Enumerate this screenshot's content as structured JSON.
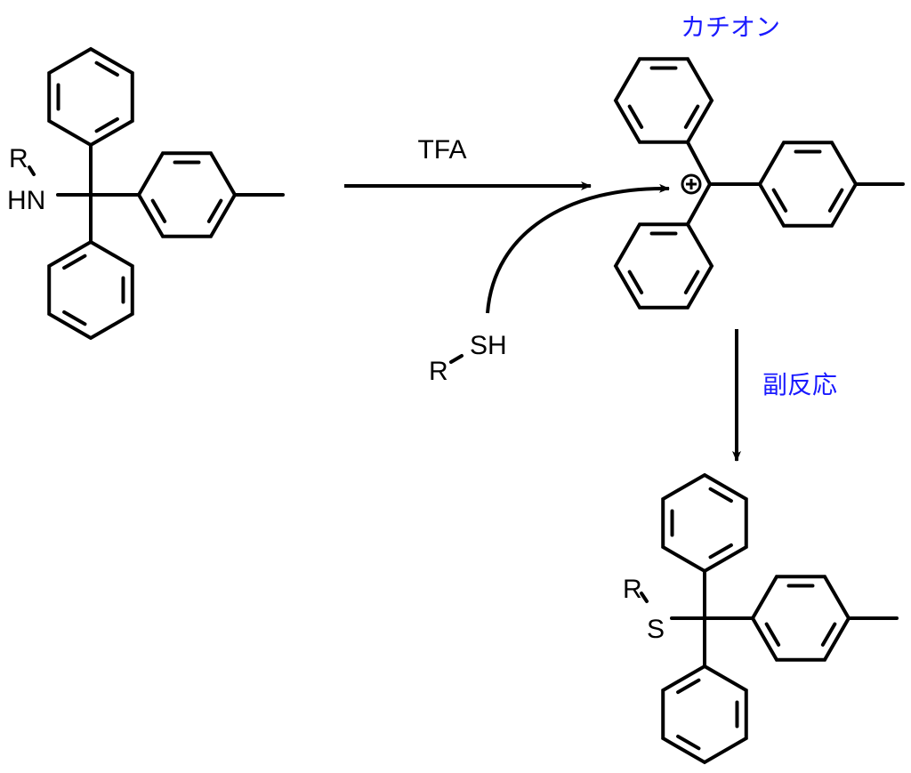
{
  "labels": {
    "reagent": "TFA",
    "cation": "カチオン",
    "side_reaction": "副反応",
    "thiol_r": "R",
    "thiol_sh": "SH",
    "sm_r": "R",
    "sm_hn": "HN",
    "prod_r": "R",
    "prod_s": "S",
    "charge": "+"
  },
  "colors": {
    "annotation": "#1a1aff",
    "ink": "#000000"
  }
}
